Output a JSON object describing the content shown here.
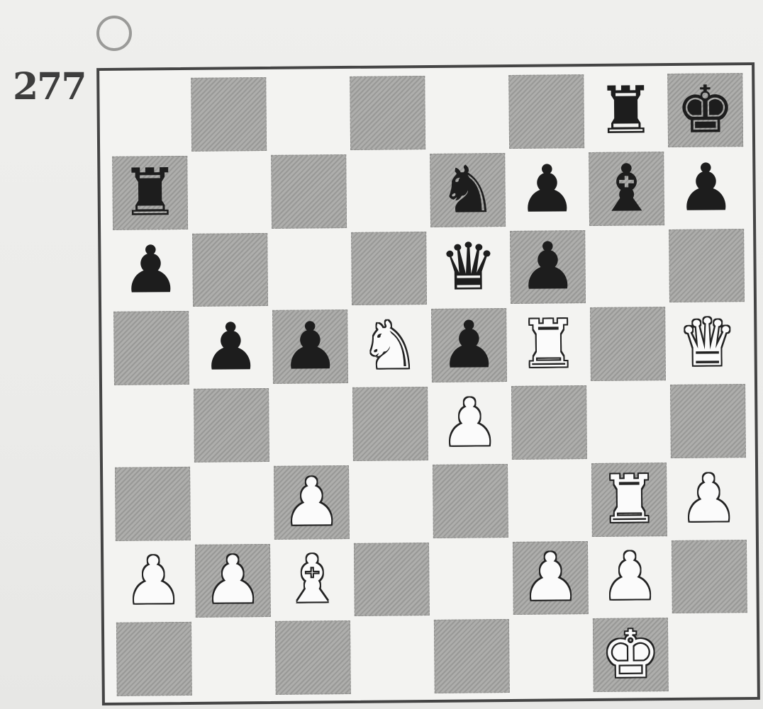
{
  "puzzle": {
    "number": "277"
  },
  "board": {
    "ranks": [
      [
        "",
        "",
        "",
        "",
        "",
        "",
        "bR",
        "bK"
      ],
      [
        "bR",
        "",
        "",
        "",
        "bN",
        "bP",
        "bB",
        "bP"
      ],
      [
        "bP",
        "",
        "",
        "",
        "bQ",
        "bP",
        "",
        ""
      ],
      [
        "",
        "bP",
        "bP",
        "wN",
        "bP",
        "wR",
        "",
        "wQ"
      ],
      [
        "",
        "",
        "",
        "",
        "wP",
        "",
        "",
        ""
      ],
      [
        "",
        "",
        "wP",
        "",
        "",
        "",
        "wR",
        "wP"
      ],
      [
        "wP",
        "wP",
        "wB",
        "",
        "",
        "wP",
        "wP",
        ""
      ],
      [
        "",
        "",
        "",
        "",
        "",
        "",
        "wK",
        ""
      ]
    ]
  }
}
